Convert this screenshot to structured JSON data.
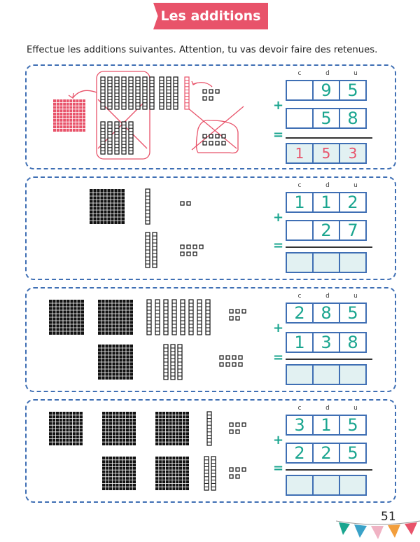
{
  "title": "Les additions",
  "instruction": "Effectue les additions suivantes. Attention, tu vas devoir faire des retenues.",
  "column_headers": [
    "c",
    "d",
    "u"
  ],
  "plus_sign": "+",
  "equals_sign": "=",
  "page_number": "51",
  "colors": {
    "accent": "#e8536a",
    "digits": "#1aa58f",
    "border": "#3f6fb4",
    "result_fill": "#e2f1f2"
  },
  "exercises": [
    {
      "top": [
        "",
        "9",
        "5"
      ],
      "bottom": [
        "",
        "5",
        "8"
      ],
      "result": [
        "1",
        "5",
        "3"
      ]
    },
    {
      "top": [
        "1",
        "1",
        "2"
      ],
      "bottom": [
        "",
        "2",
        "7"
      ],
      "result": [
        "",
        "",
        ""
      ]
    },
    {
      "top": [
        "2",
        "8",
        "5"
      ],
      "bottom": [
        "1",
        "3",
        "8"
      ],
      "result": [
        "",
        "",
        ""
      ]
    },
    {
      "top": [
        "3",
        "1",
        "5"
      ],
      "bottom": [
        "2",
        "2",
        "5"
      ],
      "result": [
        "",
        "",
        ""
      ]
    }
  ]
}
